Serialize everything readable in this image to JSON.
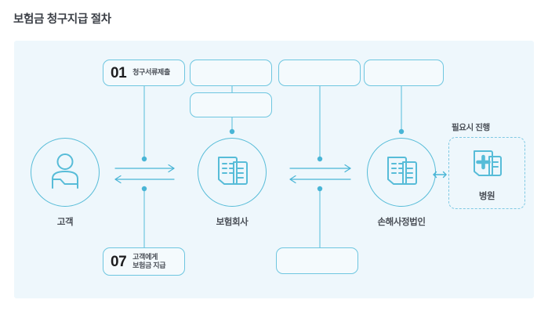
{
  "page": {
    "title": "보험금 청구지급 절차",
    "title_color": "#3b3f46",
    "panel_background": "#eef7fc",
    "accent_color": "#57bcd8",
    "line_color": "#6ec6e0"
  },
  "steps": [
    {
      "number": "01",
      "label": "청구서류제출",
      "empty": false
    },
    {
      "number": "",
      "label": "",
      "empty": true
    },
    {
      "number": "",
      "label": "",
      "empty": true
    },
    {
      "number": "",
      "label": "",
      "empty": true
    },
    {
      "number": "",
      "label": "",
      "empty": true
    },
    {
      "number": "07",
      "label": "고객에게\n보험금 지급",
      "empty": false
    },
    {
      "number": "",
      "label": "",
      "empty": true
    }
  ],
  "actors": [
    {
      "name": "고객",
      "icon": "person-icon"
    },
    {
      "name": "보험회사",
      "icon": "documents-icon"
    },
    {
      "name": "손해사정법인",
      "icon": "documents-icon"
    }
  ],
  "optional": {
    "caption": "필요시 진행",
    "name": "병원",
    "icon": "hospital-icon",
    "exchange_icon": "bidirectional-arrow-icon"
  },
  "connectors": {
    "exchange_left": "bidirectional-arrows",
    "exchange_right": "bidirectional-arrows"
  }
}
